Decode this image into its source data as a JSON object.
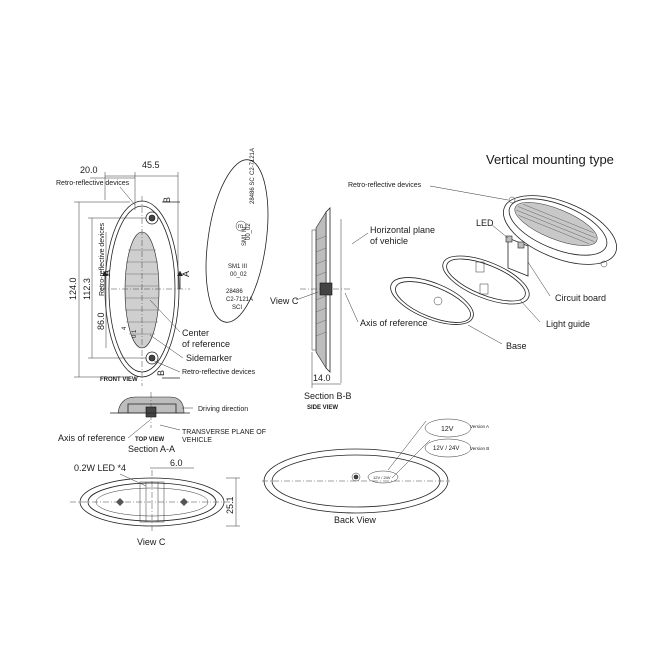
{
  "title": "Vertical mounting type",
  "front_view": {
    "dim_width_top": "20.0",
    "dim_width_overall": "45.5",
    "dim_height_overall": "124.0",
    "dim_height_middle": "112.3",
    "dim_reflector_length": "86.0",
    "label_retro_top": "Retro-reflective devices",
    "label_retro_side": "Retro-reflective devices",
    "label_retro_bottom": "Retro-reflective devices",
    "label_center": "Center\nof reference",
    "label_sidemarker": "Sidemarker",
    "section_a_left": "A",
    "section_a_right": "A",
    "section_b_top": "B",
    "section_b_bottom": "B",
    "caption": "FRONT VIEW"
  },
  "lens": {
    "text_lines": [
      "C2-7121A",
      "SC",
      "28486",
      "SM1 III",
      "00 02",
      "e4",
      "SM1 III",
      "00 02",
      "C2-7121A",
      "SCI",
      "28486"
    ]
  },
  "side_view": {
    "label_horizontal": "Horizontal plane\nof vehicle",
    "label_view_c": "View C",
    "label_axis": "Axis of reference",
    "dim_depth": "14.0",
    "caption_section": "Section B-B",
    "caption": "SIDE VIEW"
  },
  "exploded": {
    "label_retro": "Retro-reflective devices",
    "label_led": "LED",
    "label_circuit": "Circuit board",
    "label_light_guide": "Light guide",
    "label_base": "Base"
  },
  "top_view": {
    "label_driving": "Driving direction",
    "label_axis": "Axis of reference",
    "caption_top": "TOP VIEW",
    "label_transverse": "TRANSVERSE  PLANE OF\nVEHICLE",
    "caption_section": "Section A-A"
  },
  "view_c": {
    "label_led": "0.2W LED *4",
    "dim_offset": "6.0",
    "dim_height": "25.1",
    "caption": "View C"
  },
  "back_view": {
    "caption": "Back View",
    "version_a_voltage": "12V",
    "version_a_label": "Version A",
    "version_b_voltage": "12V / 24V",
    "version_b_label": "Version B",
    "label_plate_text": "12V / 24V"
  },
  "colors": {
    "line": "#222222",
    "reflector_fill": "#bdbdbd",
    "background": "#ffffff"
  }
}
